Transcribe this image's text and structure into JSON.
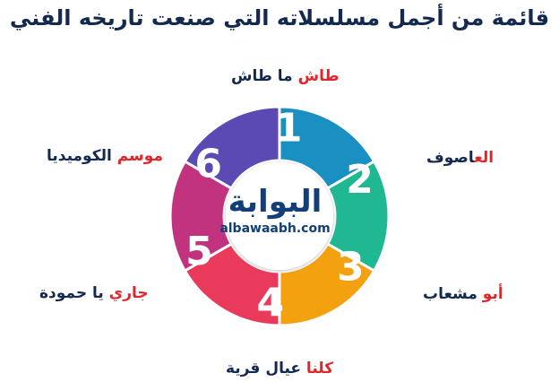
{
  "title": "قائمة من أجمل مسلسلاته التي صنعت تاريخه الفني",
  "logo": {
    "arabic": "البوابة",
    "latin": "albawaabh.com"
  },
  "segments": [
    {
      "number": "1",
      "color": "#1a8fc2",
      "label_accent": "الع",
      "label_rest": "اصوف",
      "accent_first": true
    },
    {
      "number": "2",
      "color": "#1fb893",
      "label_accent": "",
      "label_rest": "",
      "accent_first": true
    },
    {
      "number": "3",
      "color": "#f4a10f",
      "label_accent": "أبو ",
      "label_rest": "مشعاب",
      "accent_first": true
    },
    {
      "number": "4",
      "color": "#e93a5c",
      "label_accent": "كلنا ",
      "label_rest": "عيال قرية",
      "accent_first": true
    },
    {
      "number": "5",
      "color": "#c2337f",
      "label_accent": "جاري ",
      "label_rest": "يا حمودة",
      "accent_first": true
    },
    {
      "number": "6",
      "color": "#5b4ab3",
      "label_accent": "موسم ",
      "label_rest": "الكوميديا",
      "accent_first": true
    }
  ],
  "labels": {
    "top": {
      "accent": "طاش ",
      "plain": "ما طاش"
    },
    "right_top": {
      "accent": "الع",
      "plain": "اصوف"
    },
    "right_bottom": {
      "accent": "أبو ",
      "plain": "مشعاب"
    },
    "bottom": {
      "accent": "كلنا ",
      "plain": "عيال قرية"
    },
    "left_bottom": {
      "accent": "جاري ",
      "plain": "يا حمودة"
    },
    "left_top": {
      "accent": "موسم ",
      "plain": "الكوميديا"
    }
  },
  "ring_numbers": [
    "1",
    "2",
    "3",
    "4",
    "5",
    "6"
  ],
  "ring_colors": [
    "#1a8fc2",
    "#1fb893",
    "#f4a10f",
    "#e93a5c",
    "#c2337f",
    "#5b4ab3"
  ]
}
